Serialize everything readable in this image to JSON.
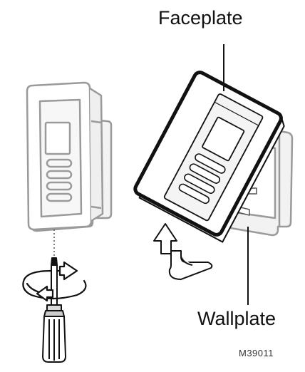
{
  "labels": {
    "faceplate": "Faceplate",
    "wallplate": "Wallplate",
    "figure_code": "M39011"
  },
  "colors": {
    "outline_dark": "#111111",
    "outline_gray": "#9a9a9a",
    "fill_light": "#eeeeee",
    "fill_mid": "#d6d6d6",
    "background": "#ffffff"
  },
  "icons": [
    "thermostat-left",
    "screwdriver-icon",
    "rotate-arrow-icon",
    "lift-arrow-icon",
    "faceplate-tilted",
    "wallplate"
  ]
}
